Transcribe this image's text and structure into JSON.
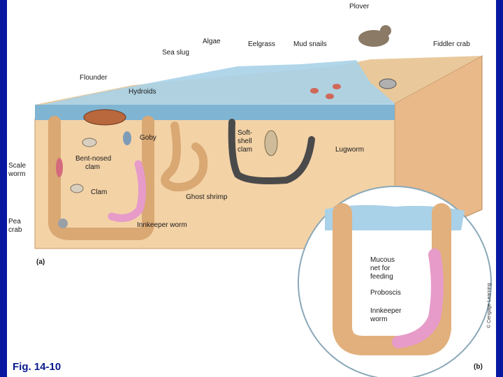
{
  "figure_label": "Fig. 14-10",
  "panel_a": "(a)",
  "panel_b": "(b)",
  "credit": "© Cengage Learning",
  "labels": {
    "plover": "Plover",
    "fiddler_crab": "Fiddler crab",
    "algae": "Algae",
    "eelgrass": "Eelgrass",
    "mud_snails": "Mud snails",
    "sea_slug": "Sea slug",
    "flounder": "Flounder",
    "hydroids": "Hydroids",
    "goby": "Goby",
    "soft_shell_1": "Soft-",
    "soft_shell_2": "shell",
    "soft_shell_3": "clam",
    "lugworm": "Lugworm",
    "scale_worm_1": "Scale",
    "scale_worm_2": "worm",
    "bent_nosed_1": "Bent-nosed",
    "bent_nosed_2": "clam",
    "clam": "Clam",
    "ghost_shrimp": "Ghost shrimp",
    "pea_crab_1": "Pea",
    "pea_crab_2": "crab",
    "innkeeper_worm": "Innkeeper worm",
    "mucous_1": "Mucous",
    "mucous_2": "net for",
    "mucous_3": "feeding",
    "proboscis": "Proboscis",
    "innkeeper_b_1": "Innkeeper",
    "innkeeper_b_2": "worm"
  }
}
